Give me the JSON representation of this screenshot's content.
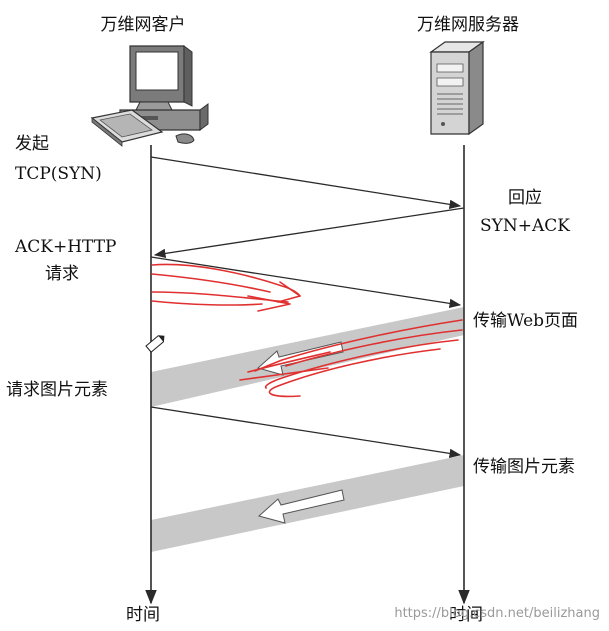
{
  "client": {
    "title": "万维网客户",
    "send_syn": [
      "发起",
      "TCP(SYN)"
    ],
    "ack_http": [
      "ACK+HTTP",
      "请求"
    ],
    "request_image": "请求图片元素",
    "time": "时间"
  },
  "server": {
    "title": "万维网服务器",
    "reply": [
      "回应",
      "SYN+ACK"
    ],
    "send_page": "传输Web页面",
    "send_image": "传输图片元素",
    "time": "时间"
  },
  "watermark": "https://blog.csdn.net/beilizhang",
  "colors": {
    "line": "#2a2a2a",
    "band": "#c8c8c8",
    "annotation": "#e03030",
    "text": "#111111"
  },
  "icons": {
    "client": "desktop-computer-icon",
    "server": "server-tower-icon"
  }
}
